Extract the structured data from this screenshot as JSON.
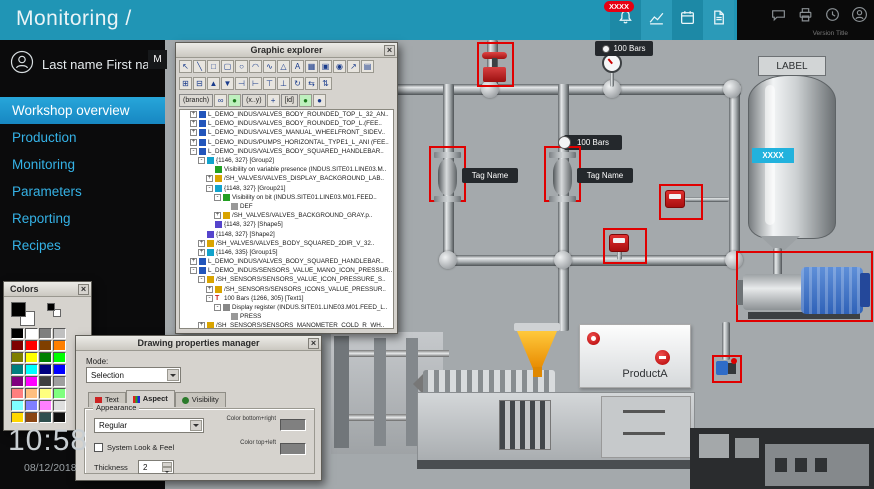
{
  "theme": {
    "accent": "#2095b5",
    "menutext": "#35b2e6",
    "selection": "#e00000",
    "badge": "#24282c",
    "alarm": "#e60012",
    "tag": "#22b2dd"
  },
  "header": {
    "title": "Monitoring /",
    "alarm_badge": "XXXX",
    "version_label": "Version Title"
  },
  "misc": {
    "m_label": "M"
  },
  "sidebar": {
    "user_name": "Last name First name",
    "items": [
      "Workshop overview",
      "Production",
      "Monitoring",
      "Parameters",
      "Reporting",
      "Recipes"
    ],
    "active_index": 0,
    "time": "10:58",
    "date": "08/12/2018"
  },
  "explorer": {
    "title": "Graphic explorer",
    "tools_draw": [
      "pointer",
      "line",
      "rect",
      "roundrect",
      "ellipse",
      "arc",
      "polyline",
      "polygon",
      "text",
      "image",
      "button",
      "gauge",
      "trend",
      "table"
    ],
    "tools_arrange": [
      "group",
      "ungroup",
      "front",
      "back",
      "align-left",
      "align-right",
      "align-top",
      "align-bottom",
      "rotate",
      "flip-h",
      "flip-v"
    ],
    "mode_row": [
      {
        "btn": "(branch)",
        "name": "branch-button"
      },
      {
        "icon": "link"
      },
      {
        "icon": "marker",
        "lit": true
      },
      {
        "btn": "(x..y)",
        "name": "coords-button"
      },
      {
        "icon": "anchor"
      },
      {
        "btn": "[id]",
        "name": "id-button"
      },
      {
        "icon": "marker",
        "lit": true
      },
      {
        "icon": "marker"
      }
    ],
    "tree": [
      {
        "indent": 1,
        "exp": "+",
        "icon": "lib",
        "label": "L_DEMO_INDUS/VALVES_BODY_ROUNDED_TOP_L_32_AN.."
      },
      {
        "indent": 1,
        "exp": "+",
        "icon": "lib",
        "label": "L_DEMO_INDUS/VALVES_BODY_ROUNDED_TOP_L.(FEE.."
      },
      {
        "indent": 1,
        "exp": "+",
        "icon": "lib",
        "label": "L_DEMO_INDUS/VALVES_MANUAL_WHEELFRONT_SIDEV.."
      },
      {
        "indent": 1,
        "exp": "+",
        "icon": "lib",
        "label": "L_DEMO_INDUS/PUMPS_HORIZONTAL_TYPE1_L_ANI (FEE.."
      },
      {
        "indent": 1,
        "exp": "-",
        "icon": "lib",
        "label": "L_DEMO_INDUS/VALVES_BODY_SQUARED_HANDLEBAR.."
      },
      {
        "indent": 2,
        "exp": "-",
        "icon": "group",
        "label": "{1146, 327} [Group2]"
      },
      {
        "indent": 3,
        "exp": null,
        "icon": "vis",
        "label": "Visibility on variable presence (INDUS.SITE01.LINE03.M.."
      },
      {
        "indent": 3,
        "exp": "+",
        "icon": "page",
        "label": "/SH_VALVES/VALVES_DISPLAY_BACKGROUND_LAB.."
      },
      {
        "indent": 3,
        "exp": "-",
        "icon": "group",
        "label": "{1148, 327} [Group21]"
      },
      {
        "indent": 4,
        "exp": "-",
        "icon": "vis",
        "label": "Visibility on bit (INDUS.SITE01.LINE03.M01.FEED.."
      },
      {
        "indent": 5,
        "exp": null,
        "icon": "tag",
        "label": "DEF"
      },
      {
        "indent": 4,
        "exp": "+",
        "icon": "page",
        "label": "/SH_VALVES/VALVES_BACKGROUND_GRAY.p.."
      },
      {
        "indent": 3,
        "exp": null,
        "icon": "shape",
        "label": "{1148, 327} [Shape5]"
      },
      {
        "indent": 2,
        "exp": null,
        "icon": "shape",
        "label": "{1148, 327} [Shape2]"
      },
      {
        "indent": 2,
        "exp": "+",
        "icon": "page",
        "label": "/SH_VALVES/VALVES_BODY_SQUARED_2DIR_V_32.."
      },
      {
        "indent": 2,
        "exp": "+",
        "icon": "group",
        "label": "{1146, 335} [Group15]"
      },
      {
        "indent": 1,
        "exp": "+",
        "icon": "lib",
        "label": "L_DEMO_INDUS/VALVES_BODY_SQUARED_HANDLEBAR.."
      },
      {
        "indent": 1,
        "exp": "-",
        "icon": "lib",
        "label": "L_DEMO_INDUS/SENSORS_VALUE_MANO_ICON_PRESSUR.."
      },
      {
        "indent": 2,
        "exp": "-",
        "icon": "page",
        "label": "/SH_SENSORS/SENSORS_VALUE_ICON_PRESSURE_S.."
      },
      {
        "indent": 3,
        "exp": "+",
        "icon": "page",
        "label": "/SH_SENSORS/SENSORS_ICONS_VALUE_PRESSUR.."
      },
      {
        "indent": 3,
        "exp": "-",
        "icon": "text",
        "label": "100 Bars {1266, 305} [Text1]"
      },
      {
        "indent": 4,
        "exp": "-",
        "icon": "reg",
        "label": "Display register (INDUS.SITE01.LINE03.M01.FEED_L.."
      },
      {
        "indent": 5,
        "exp": null,
        "icon": "tag",
        "label": "PRESS"
      },
      {
        "indent": 2,
        "exp": "+",
        "icon": "page",
        "label": "/SH_SENSORS/SENSORS_MANOMETER_COLD_R_WH.."
      }
    ]
  },
  "colors_window": {
    "title": "Colors",
    "swatches": [
      "#000000",
      "#ffffff",
      "#7f7f7f",
      "#c0c0c0",
      "#7f0000",
      "#ff0000",
      "#7f3f00",
      "#ff7f00",
      "#7f7f00",
      "#ffff00",
      "#007f00",
      "#00ff00",
      "#007f7f",
      "#00ffff",
      "#00007f",
      "#0000ff",
      "#7f007f",
      "#ff00ff",
      "#3f3f3f",
      "#9f9f9f",
      "#ff7f7f",
      "#ffbf7f",
      "#ffff7f",
      "#7fff7f",
      "#7fffff",
      "#7f7fff",
      "#ff7fff",
      "#dfdfdf",
      "#ffd700",
      "#8b4513",
      "#2f4f4f",
      "#101010"
    ]
  },
  "properties": {
    "title": "Drawing properties manager",
    "mode_label": "Mode:",
    "mode_value": "Selection",
    "tabs": [
      "Text",
      "Aspect",
      "Visibility"
    ],
    "active_tab": 1,
    "group_label": "Appearance",
    "style_value": "Regular",
    "color_bottom_label": "Color bottom+right",
    "color_top_label": "Color top+left",
    "system_look_label": "System Look & Feel",
    "thickness_label": "Thickness",
    "thickness_value": "2"
  },
  "diagram": {
    "label_box": "LABEL",
    "tank_tag": "XXXX",
    "badge_top": "100 Bars",
    "badge_mid": "100 Bars",
    "tag_names": [
      "Tag Name",
      "Tag Name"
    ],
    "product_label": "ProductA"
  }
}
